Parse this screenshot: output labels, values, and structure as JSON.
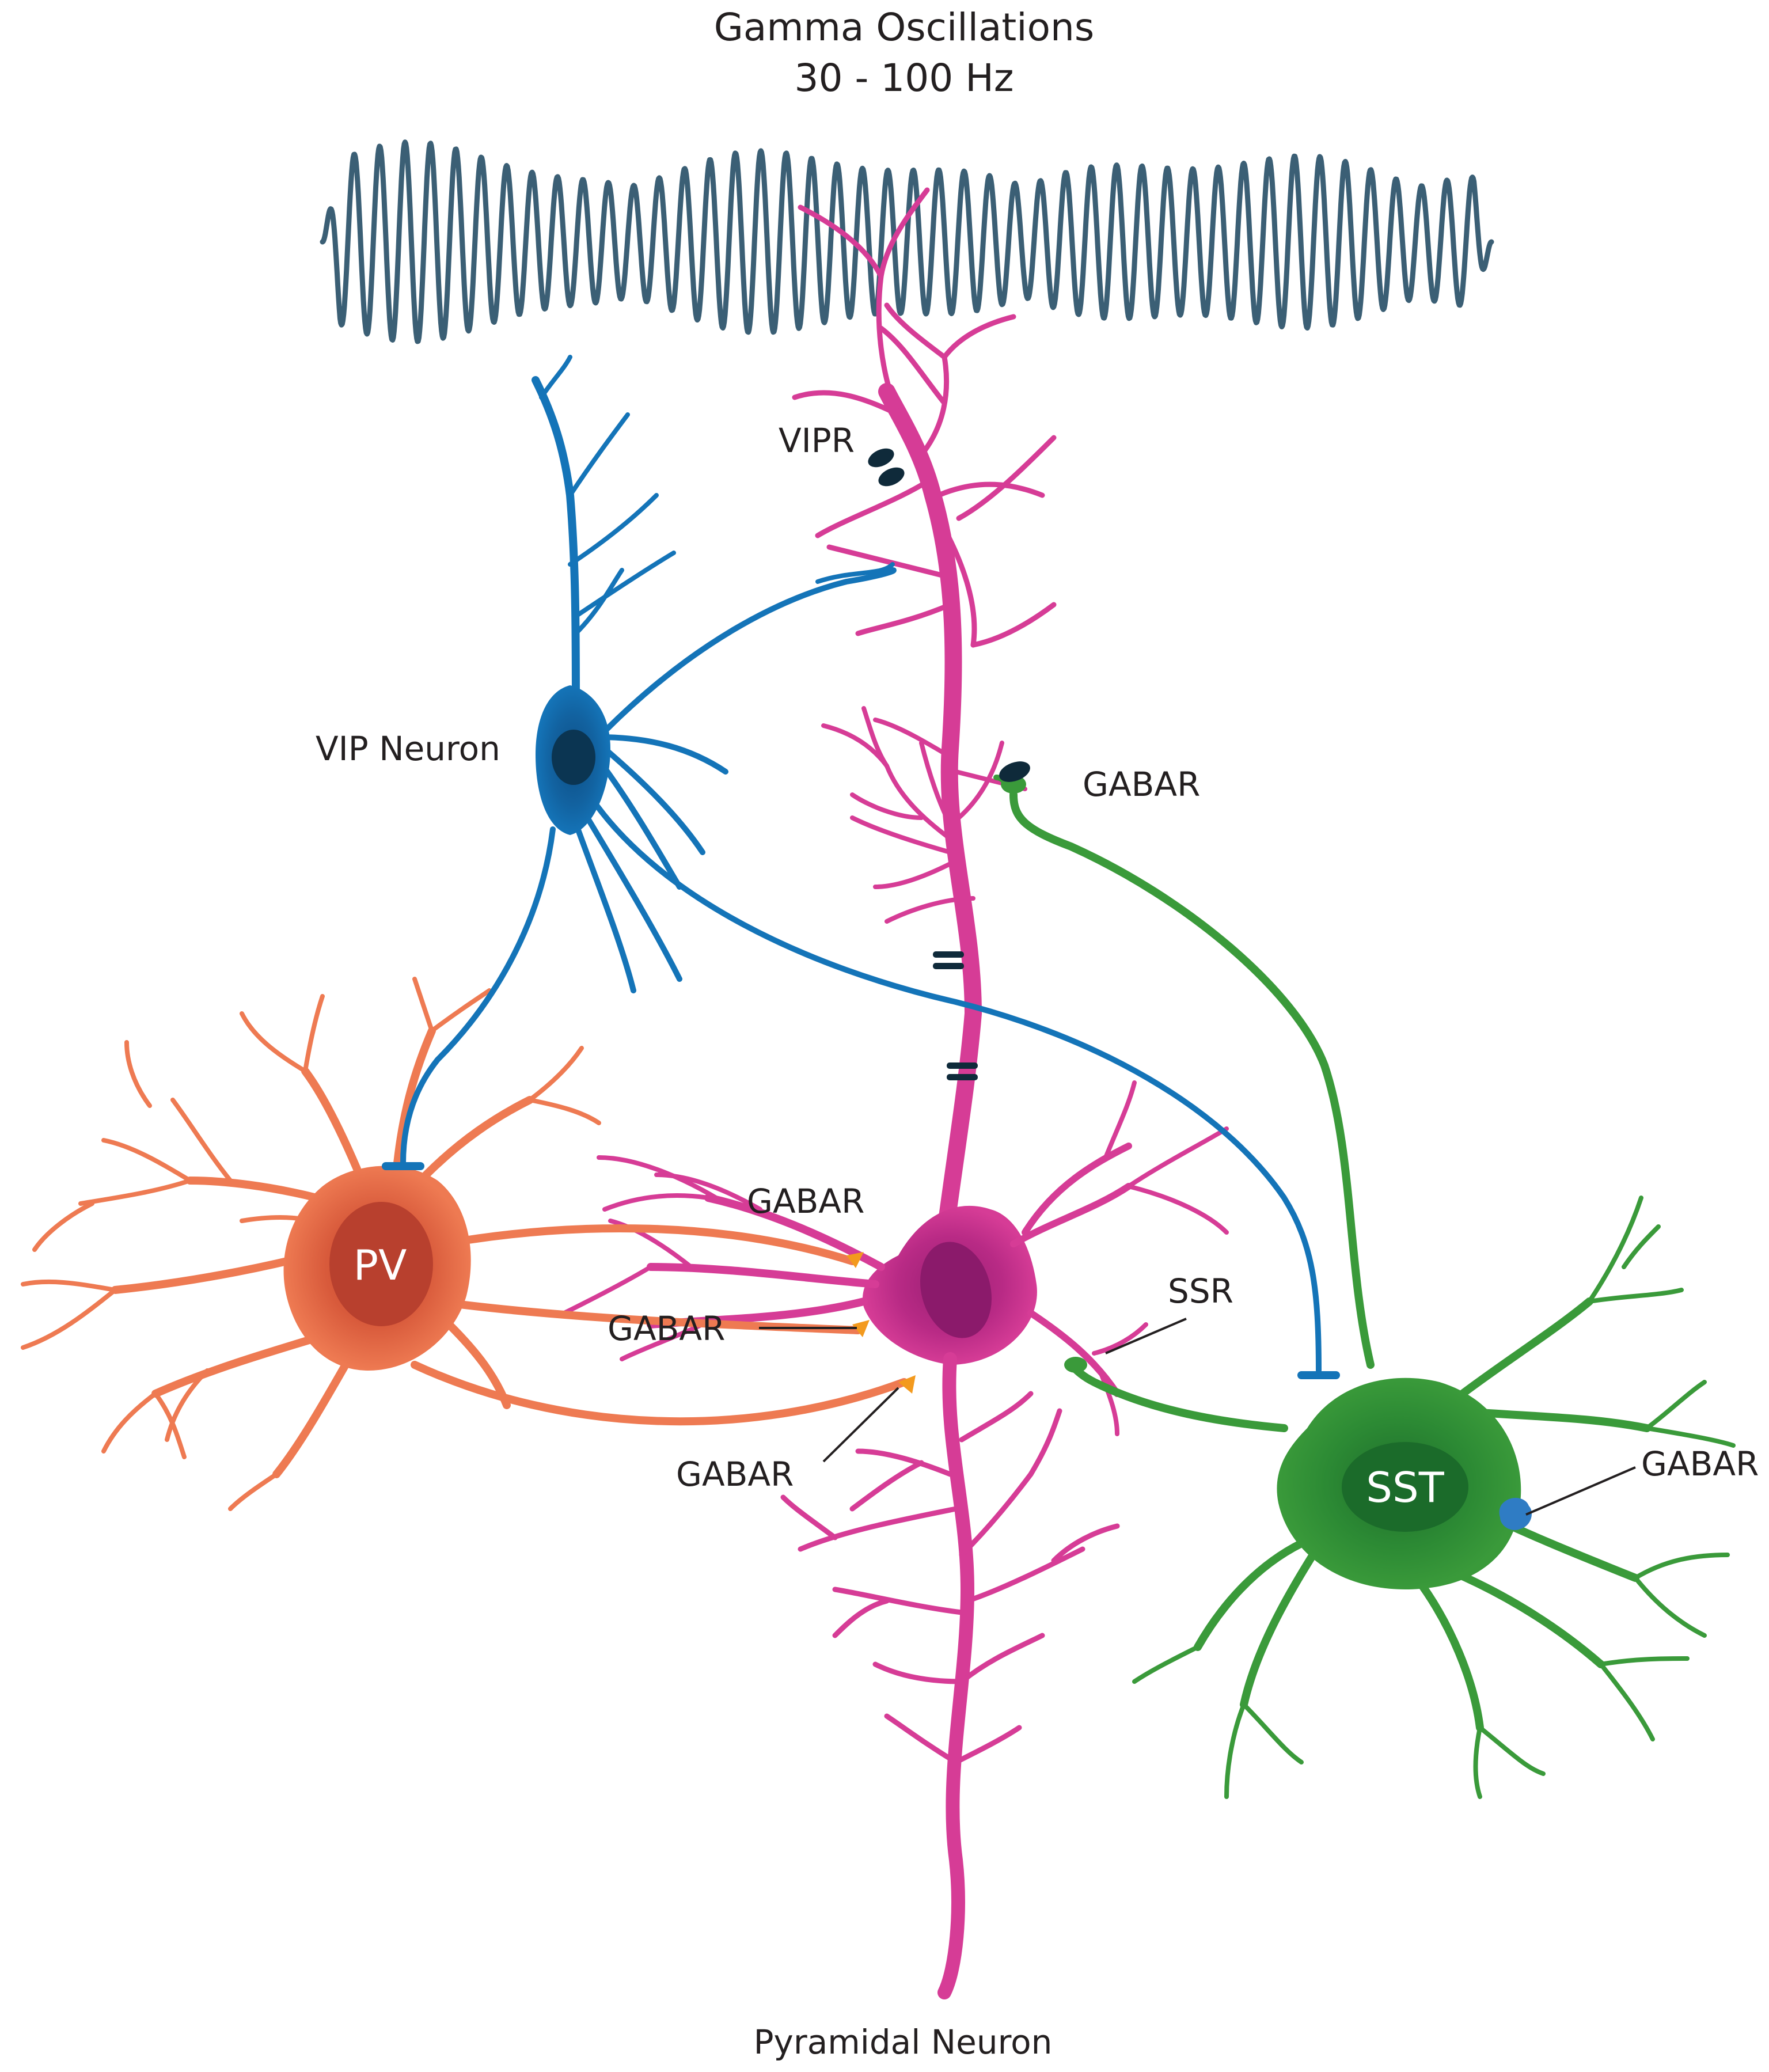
{
  "title": {
    "line1": "Gamma Oscillations",
    "line2": "30 - 100 Hz"
  },
  "neurons": {
    "vip": {
      "label": "VIP Neuron",
      "color": "#1474b8"
    },
    "pv": {
      "label": "PV",
      "color": "#ee7a52",
      "soma_color": "#b8402e"
    },
    "pyramidal": {
      "label": "Pyramidal Neuron",
      "color": "#d63c96",
      "soma_color": "#8b1a6b"
    },
    "sst": {
      "label": "SST",
      "color": "#3a9a3a",
      "soma_color": "#1b6b2a"
    }
  },
  "receptors": {
    "vipr": "VIPR",
    "gabar_sst_to_pyr": "GABAR",
    "gabar_pv_1": "GABAR",
    "gabar_pv_2": "GABAR",
    "gabar_pv_3": "GABAR",
    "ssr": "SSR",
    "gabar_sst": "GABAR"
  },
  "wave_color": "#3b5f75"
}
